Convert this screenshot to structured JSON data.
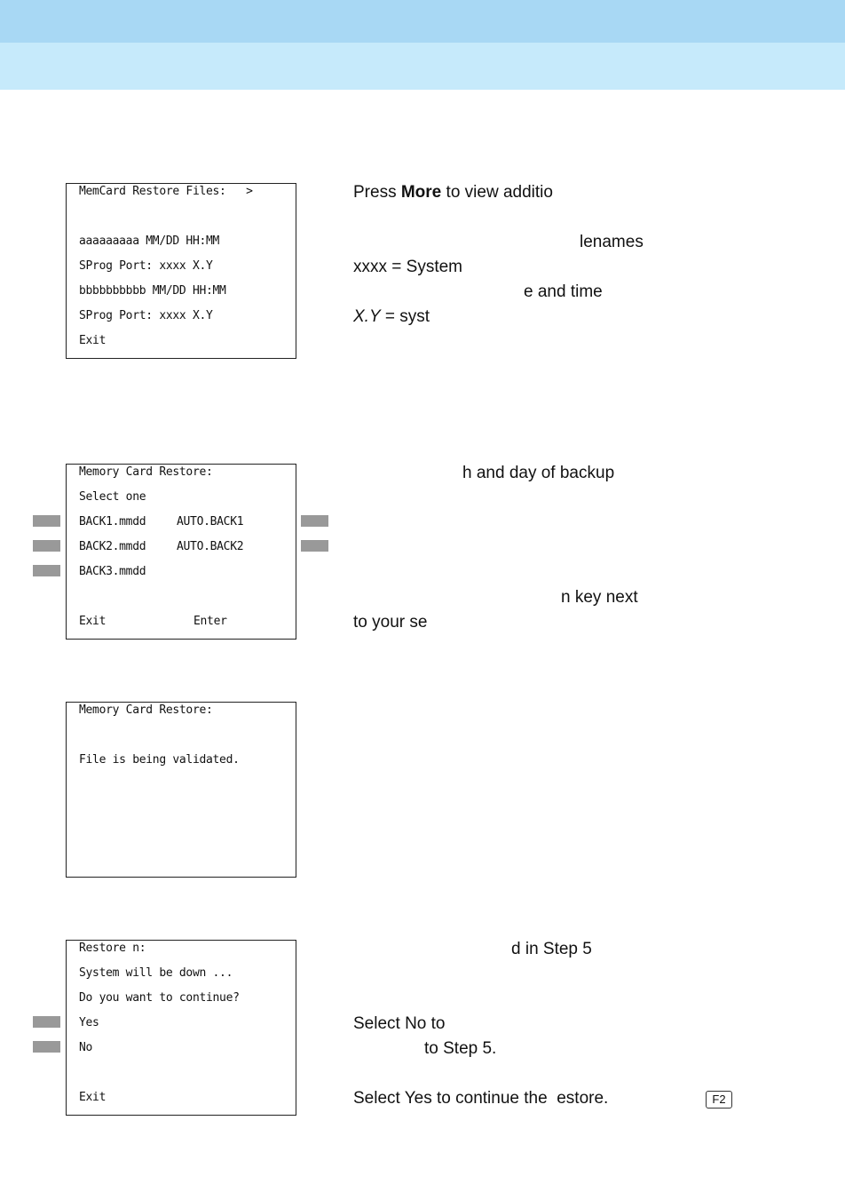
{
  "screens": {
    "restore_files": {
      "lines": [
        "MemCard Restore Files:   >",
        "aaaaaaaaa MM/DD HH:MM",
        "SProg Port: xxxx X.Y",
        "bbbbbbbbbb MM/DD HH:MM",
        "SProg Port: xxxx X.Y",
        "Exit"
      ]
    },
    "card_restore_select": {
      "title": "Memory Card Restore:",
      "select": "Select one",
      "left_items": [
        "BACK1.mmdd",
        "BACK2.mmdd",
        "BACK3.mmdd"
      ],
      "right_items": [
        "AUTO.BACK1",
        "AUTO.BACK2"
      ],
      "exit": "Exit",
      "enter": "Enter"
    },
    "validating": {
      "title": "Memory Card Restore:",
      "message": "File is being validated."
    },
    "restore_confirm": {
      "lines": [
        "Restore n:",
        "System will be down ...",
        "Do you want to continue?",
        "Yes",
        "No",
        "Exit"
      ]
    }
  },
  "instructions": {
    "more_prefix": "Press ",
    "more_bold": "More",
    "more_suffix": " to view additio",
    "filenames": "lenames",
    "xxxx": "xxxx = System",
    "date_time": "e and time",
    "xy_italic": "X.Y",
    "xy_rest": " = syst",
    "backup": "h and day of backup",
    "key_next": "n key next",
    "your_sel": "to your se",
    "step5": "d in Step 5",
    "select_no": "Select No to",
    "to_step5": "to Step 5.",
    "select_yes": "Select Yes to continue the  estore.",
    "f2_key": "F2"
  }
}
